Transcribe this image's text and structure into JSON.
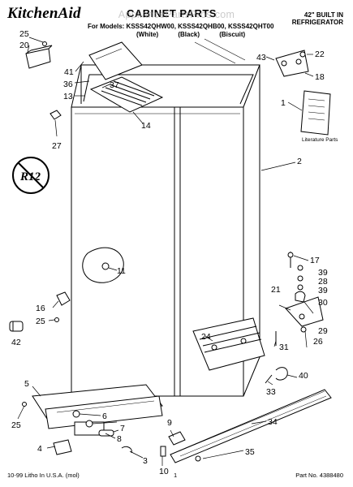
{
  "header": {
    "brand": "KitchenAid",
    "title": "CABINET PARTS",
    "models": "For Models: KSSS42QHW00, KSSS42QHB00, KSSS42QHT00",
    "colors": "(White) (Black) (Biscuit)",
    "product_line1": "42\" BUILT IN",
    "product_line2": "REFRIGERATOR"
  },
  "watermark": "AppliancePartsPros.com",
  "literature_label": "Literature Parts",
  "stamp": "R12",
  "callouts": [
    "25",
    "20",
    "41",
    "36",
    "13",
    "37",
    "14",
    "27",
    "43",
    "22",
    "18",
    "1",
    "2",
    "11",
    "16",
    "25",
    "42",
    "17",
    "39",
    "28",
    "39",
    "30",
    "21",
    "24",
    "29",
    "26",
    "31",
    "40",
    "33",
    "34",
    "35",
    "9",
    "5",
    "6",
    "7",
    "8",
    "4",
    "3",
    "25",
    "10"
  ],
  "footer": {
    "left": "10-99 Litho In U.S.A. (mol)",
    "page": "1",
    "right": "Part No. 4388480"
  }
}
